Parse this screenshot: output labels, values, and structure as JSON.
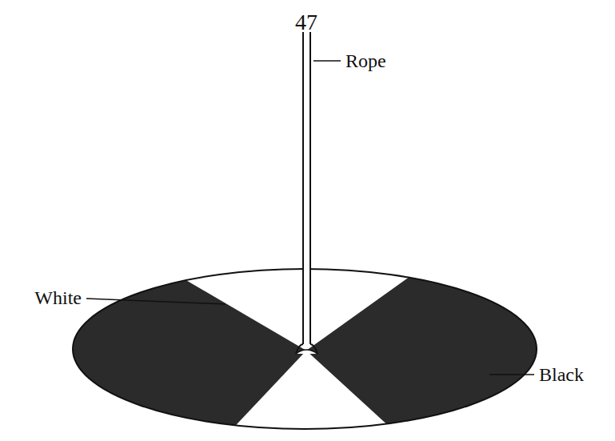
{
  "diagram": {
    "labels": [
      "47",
      "Rope",
      "White",
      "Black"
    ]
  }
}
